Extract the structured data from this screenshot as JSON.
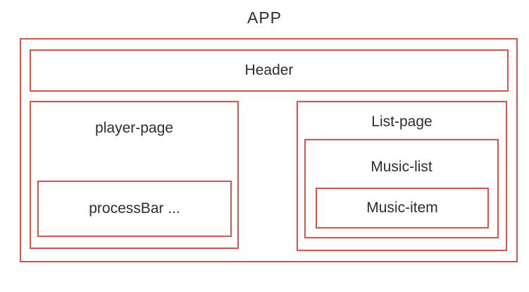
{
  "diagram": {
    "title": "APP",
    "boxes": {
      "header": "Header",
      "player_page": "player-page",
      "process_bar": "processBar ...",
      "list_page": "List-page",
      "music_list": "Music-list",
      "music_item": "Music-item"
    },
    "colors": {
      "border_red": "#e0514a",
      "text": "#2d2d2d",
      "background": "#ffffff"
    }
  }
}
